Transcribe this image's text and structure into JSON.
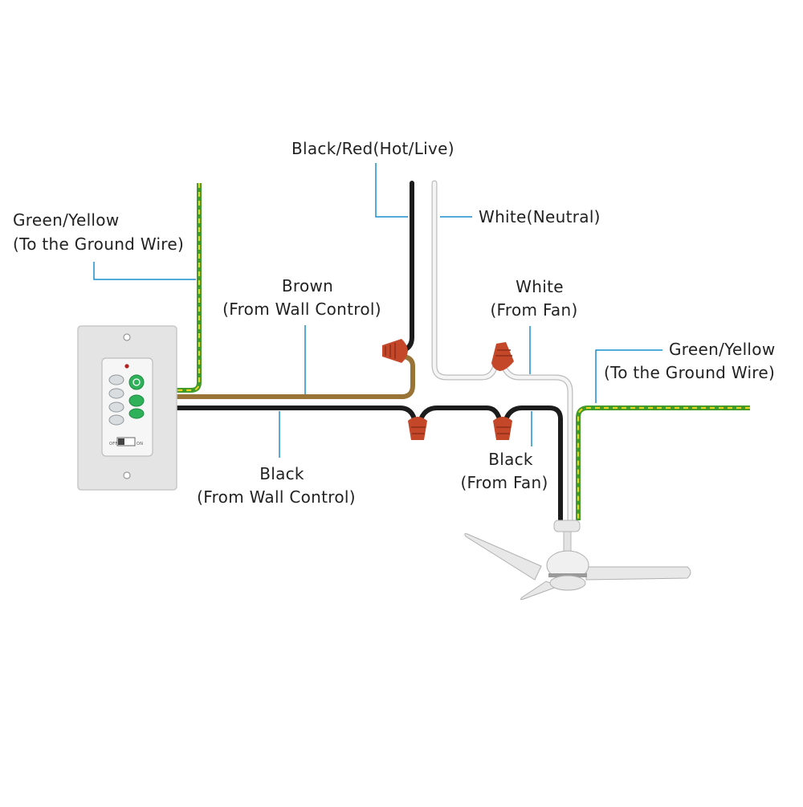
{
  "labels": {
    "hot_live": "Black/Red(Hot/Live)",
    "white_neutral": "White(Neutral)",
    "ground_left_line1": "Green/Yellow",
    "ground_left_line2": "(To the Ground Wire)",
    "brown_line1": "Brown",
    "brown_line2": "(From Wall Control)",
    "white_fan_line1": "White",
    "white_fan_line2": "(From Fan)",
    "ground_right_line1": "Green/Yellow",
    "ground_right_line2": "(To the Ground Wire)",
    "black_wall_line1": "Black",
    "black_wall_line2": "(From Wall Control)",
    "black_fan_line1": "Black",
    "black_fan_line2": "(From Fan)"
  },
  "wall_control": {
    "switch_off": "OFF",
    "switch_on": "ON"
  },
  "colors": {
    "leader": "#1a8fd0",
    "wire_black": "#1c1c1c",
    "wire_brown": "#9a7436",
    "wire_white": "#f2f2f2",
    "wire_green": "#3f9a2a",
    "wire_yellow": "#e6d21e",
    "wire_nut": "#c4472a",
    "button_green": "#2fb15a"
  }
}
